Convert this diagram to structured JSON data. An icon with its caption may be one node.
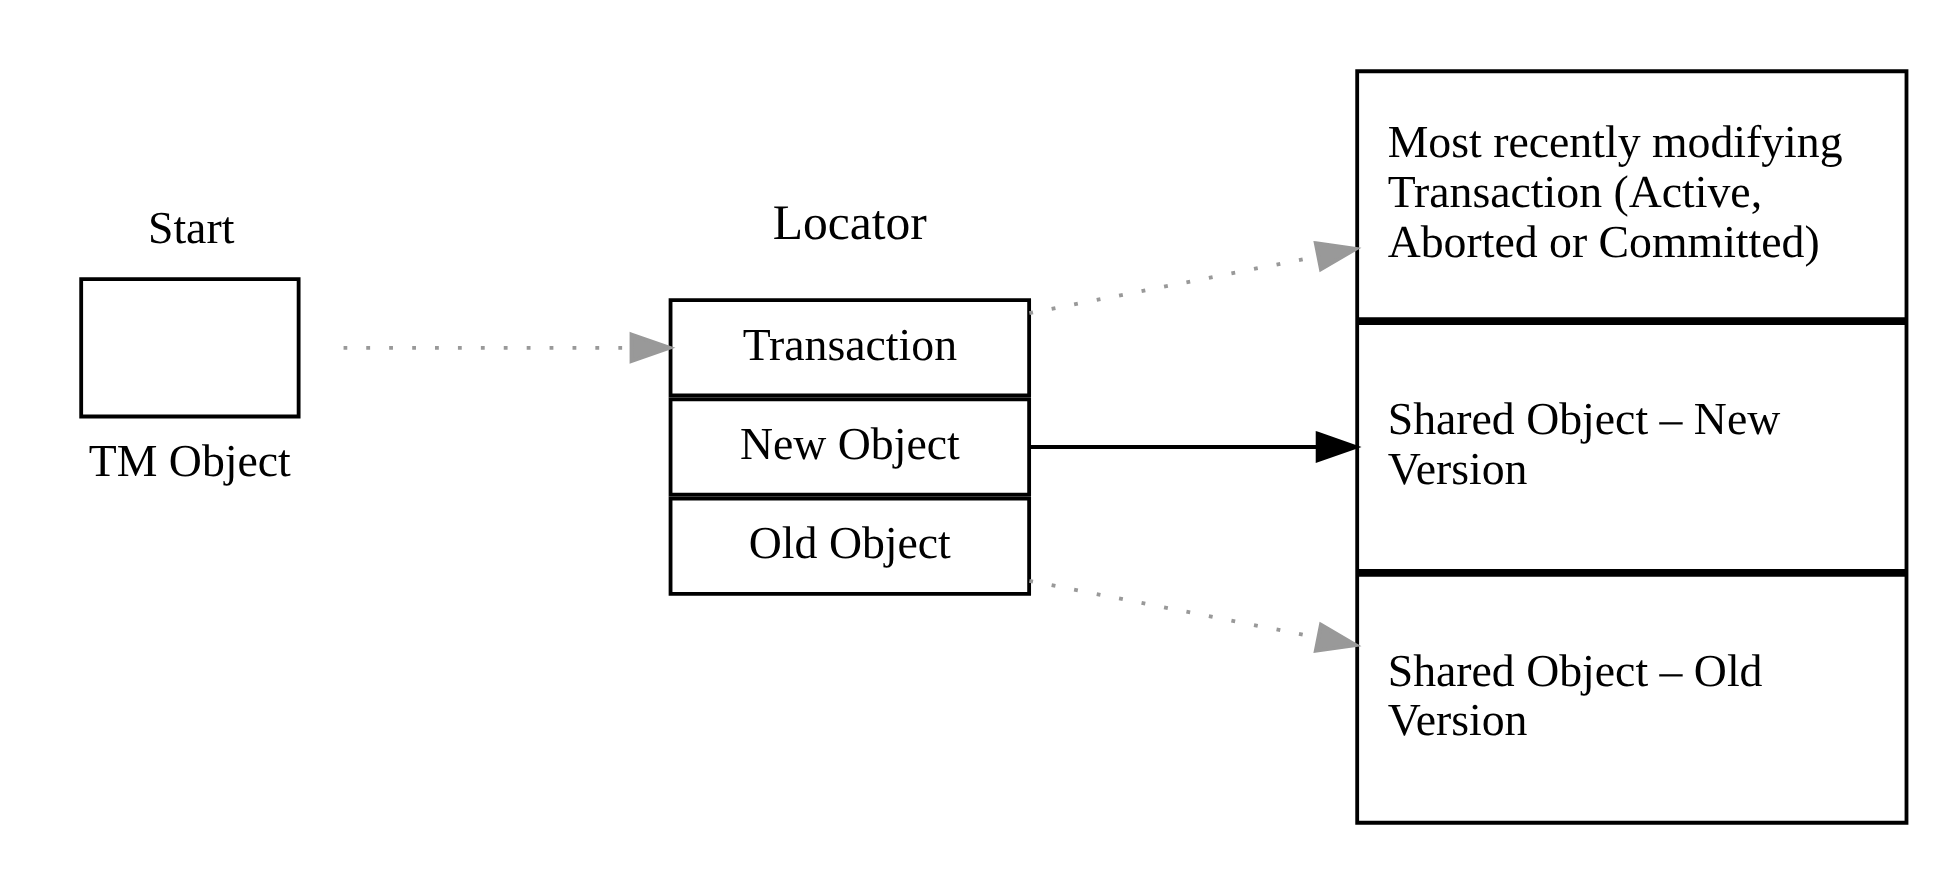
{
  "diagram": {
    "nodes": [
      {
        "text": [
          "Start",
          "TM Object"
        ]
      },
      {
        "text": [
          "Transaction"
        ]
      },
      {
        "text": [
          "New Object"
        ]
      },
      {
        "text": [
          "Old Object"
        ]
      },
      {
        "text": [
          "Most recently modifying Transaction (Active, Aborted or Committed)"
        ]
      },
      {
        "text": [
          "Shared Object – New Version"
        ]
      },
      {
        "text": [
          "Shared Object – Old Version"
        ]
      }
    ],
    "edges": [
      {
        "from": 0,
        "to": 1,
        "arrow": "to",
        "style": "dashed"
      },
      {
        "from": 1,
        "to": 4,
        "arrow": "to",
        "style": "dashed"
      },
      {
        "from": 2,
        "to": 5,
        "arrow": "to",
        "color": "#000000"
      },
      {
        "from": 3,
        "to": 6,
        "arrow": "to",
        "style": "dashed"
      }
    ],
    "labels": [
      "Locator"
    ]
  }
}
